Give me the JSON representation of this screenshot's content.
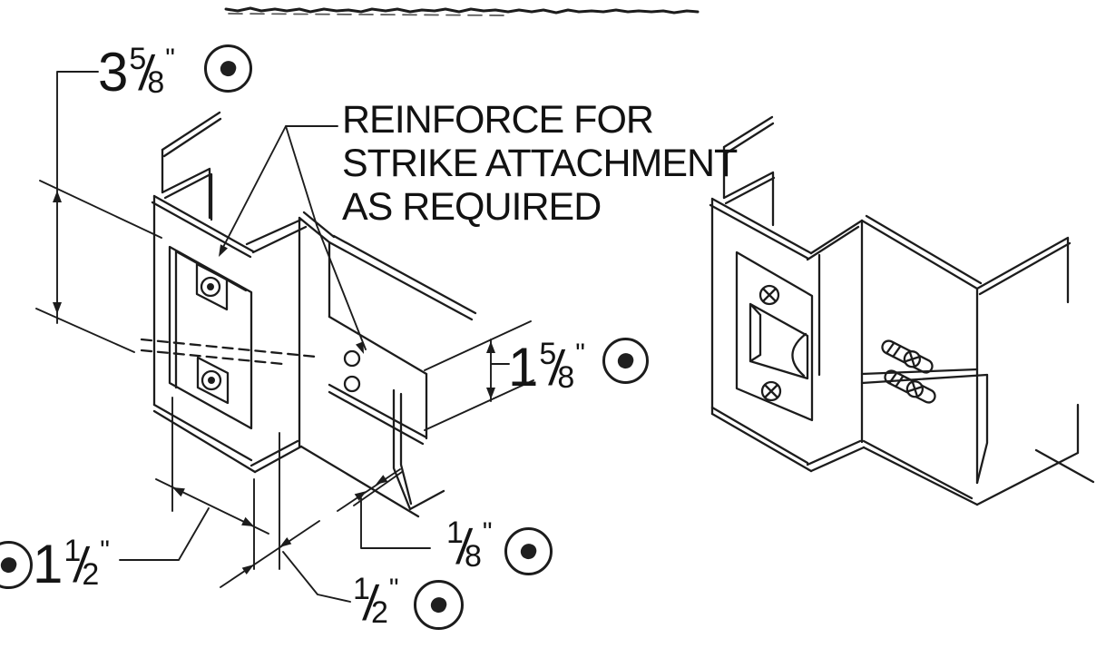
{
  "document": {
    "kind": "scanned technical detail drawing",
    "subject": "door frame strike attachment detail"
  },
  "colors": {
    "ink": "#1c1c1c",
    "paper": "#ffffff"
  },
  "annotations": {
    "reinforce_note": {
      "line1": "REINFORCE FOR",
      "line2": "STRIKE ATTACHMENT",
      "line3": "AS REQUIRED"
    },
    "dimensions": {
      "jamb_depth": {
        "whole": "3",
        "num": "5",
        "slash": "/",
        "den": "8",
        "unit": "\""
      },
      "strike_height": {
        "whole": "1",
        "num": "5",
        "slash": "/",
        "den": "8",
        "unit": "\""
      },
      "face_width": {
        "whole": "1",
        "num": "1",
        "slash": "/",
        "den": "2",
        "unit": "\""
      },
      "stop_standoff": {
        "num": "1",
        "slash": "/",
        "den": "8",
        "unit": "\""
      },
      "stop_width": {
        "num": "1",
        "slash": "/",
        "den": "2",
        "unit": "\""
      }
    }
  },
  "icons": {
    "markers": [
      "dimension-marker",
      "dimension-marker",
      "dimension-marker",
      "dimension-marker",
      "dimension-marker"
    ]
  }
}
